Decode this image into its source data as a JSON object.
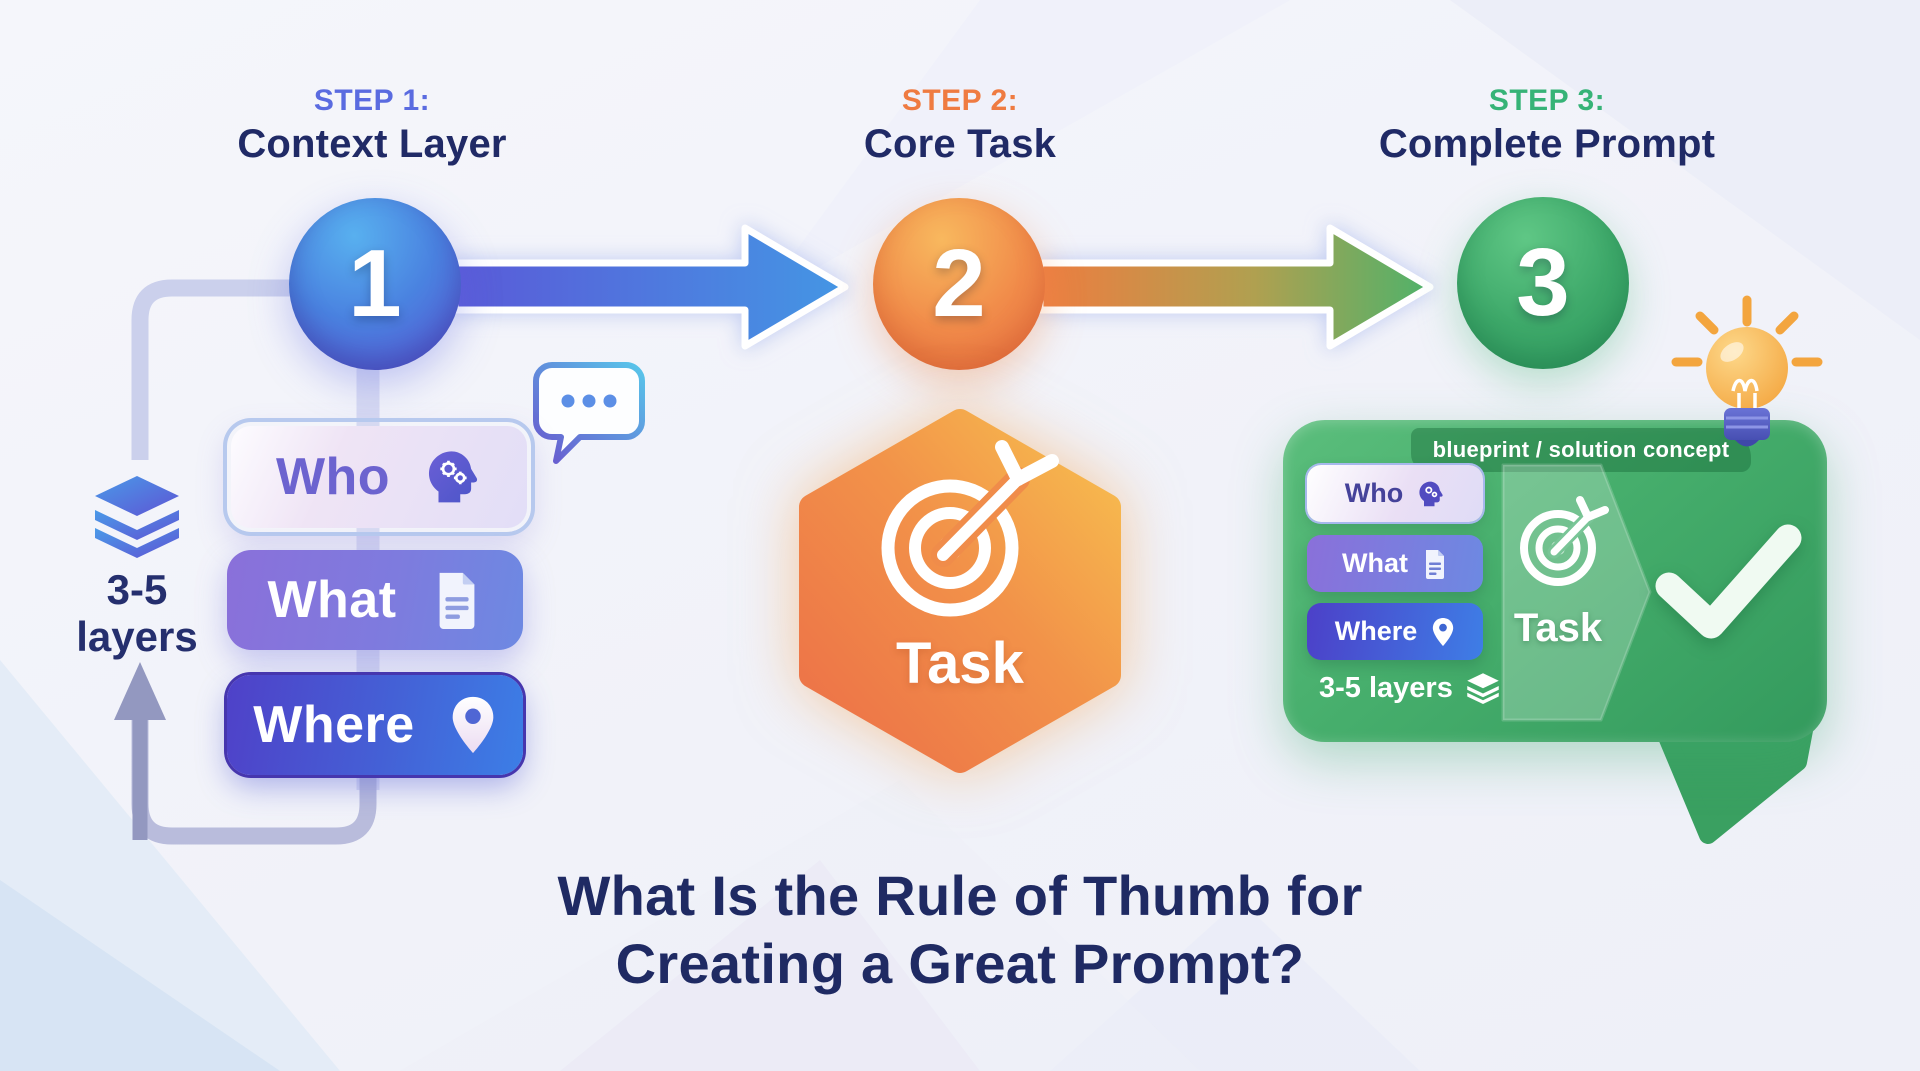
{
  "title": {
    "line1": "What Is the Rule of Thumb for",
    "line2": "Creating a Great Prompt?",
    "color": "#1f2a63"
  },
  "steps": [
    {
      "label": "STEP 1:",
      "name": "Context Layer",
      "number": "1",
      "accent": "#5a6be0"
    },
    {
      "label": "STEP 2:",
      "name": "Core Task",
      "number": "2",
      "accent": "#ef7b41"
    },
    {
      "label": "STEP 3:",
      "name": "Complete Prompt",
      "number": "3",
      "accent": "#36b377"
    }
  ],
  "context_layer": {
    "boxes": [
      {
        "label": "Who",
        "icon": "head-gears-icon"
      },
      {
        "label": "What",
        "icon": "document-icon"
      },
      {
        "label": "Where",
        "icon": "location-pin-icon"
      }
    ],
    "layers_label_line1": "3-5",
    "layers_label_line2": "layers",
    "icons": [
      "layers-stack-icon",
      "chat-bubble-icon"
    ]
  },
  "core_task": {
    "label": "Task",
    "icon": "target-dart-icon",
    "shape": "hexagon",
    "color": "#ef7a47"
  },
  "complete_prompt": {
    "badge": "blueprint / solution concept",
    "boxes": [
      {
        "label": "Who",
        "icon": "head-gears-icon"
      },
      {
        "label": "What",
        "icon": "document-icon"
      },
      {
        "label": "Where",
        "icon": "location-pin-icon"
      }
    ],
    "layers_note": "3-5 layers",
    "task_label": "Task",
    "icons": [
      "target-dart-icon",
      "checkmark-icon",
      "lightbulb-icon"
    ],
    "panel_color": "#46ae6c"
  },
  "colors": {
    "background": "#f2f3f9",
    "heading_navy": "#202a66",
    "arrow_1_gradient": [
      "#5a5ad8",
      "#4496e4"
    ],
    "arrow_2_gradient": [
      "#ee7d40",
      "#4fb26a"
    ],
    "hexagon_gradient": [
      "#f7bf4f",
      "#ee7048"
    ],
    "panel_gradient": [
      "#5bbe7c",
      "#339a5d"
    ],
    "loop_line": "#b9bcdc",
    "bulb_yellow": "#f6ad3c"
  }
}
